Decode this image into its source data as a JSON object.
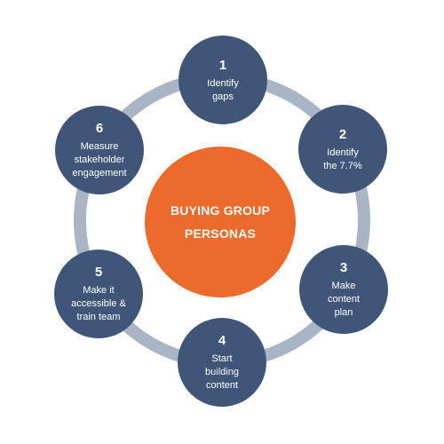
{
  "center": {
    "line1": "BUYING GROUP",
    "line2": "PERSONAS"
  },
  "steps": [
    {
      "number": "1",
      "lines": [
        "Identify",
        "gaps"
      ]
    },
    {
      "number": "2",
      "lines": [
        "Identify",
        "the 7.7%"
      ]
    },
    {
      "number": "3",
      "lines": [
        "Make",
        "content",
        "plan"
      ]
    },
    {
      "number": "4",
      "lines": [
        "Start",
        "building",
        "content"
      ]
    },
    {
      "number": "5",
      "lines": [
        "Make it",
        "accessible &",
        "train team"
      ]
    },
    {
      "number": "6",
      "lines": [
        "Measure",
        "stakeholder",
        "engagement"
      ]
    }
  ],
  "colors": {
    "center": "#ec6a2c",
    "node": "#3f5679",
    "ring": "#a9b4c4",
    "text": "#ffffff"
  }
}
